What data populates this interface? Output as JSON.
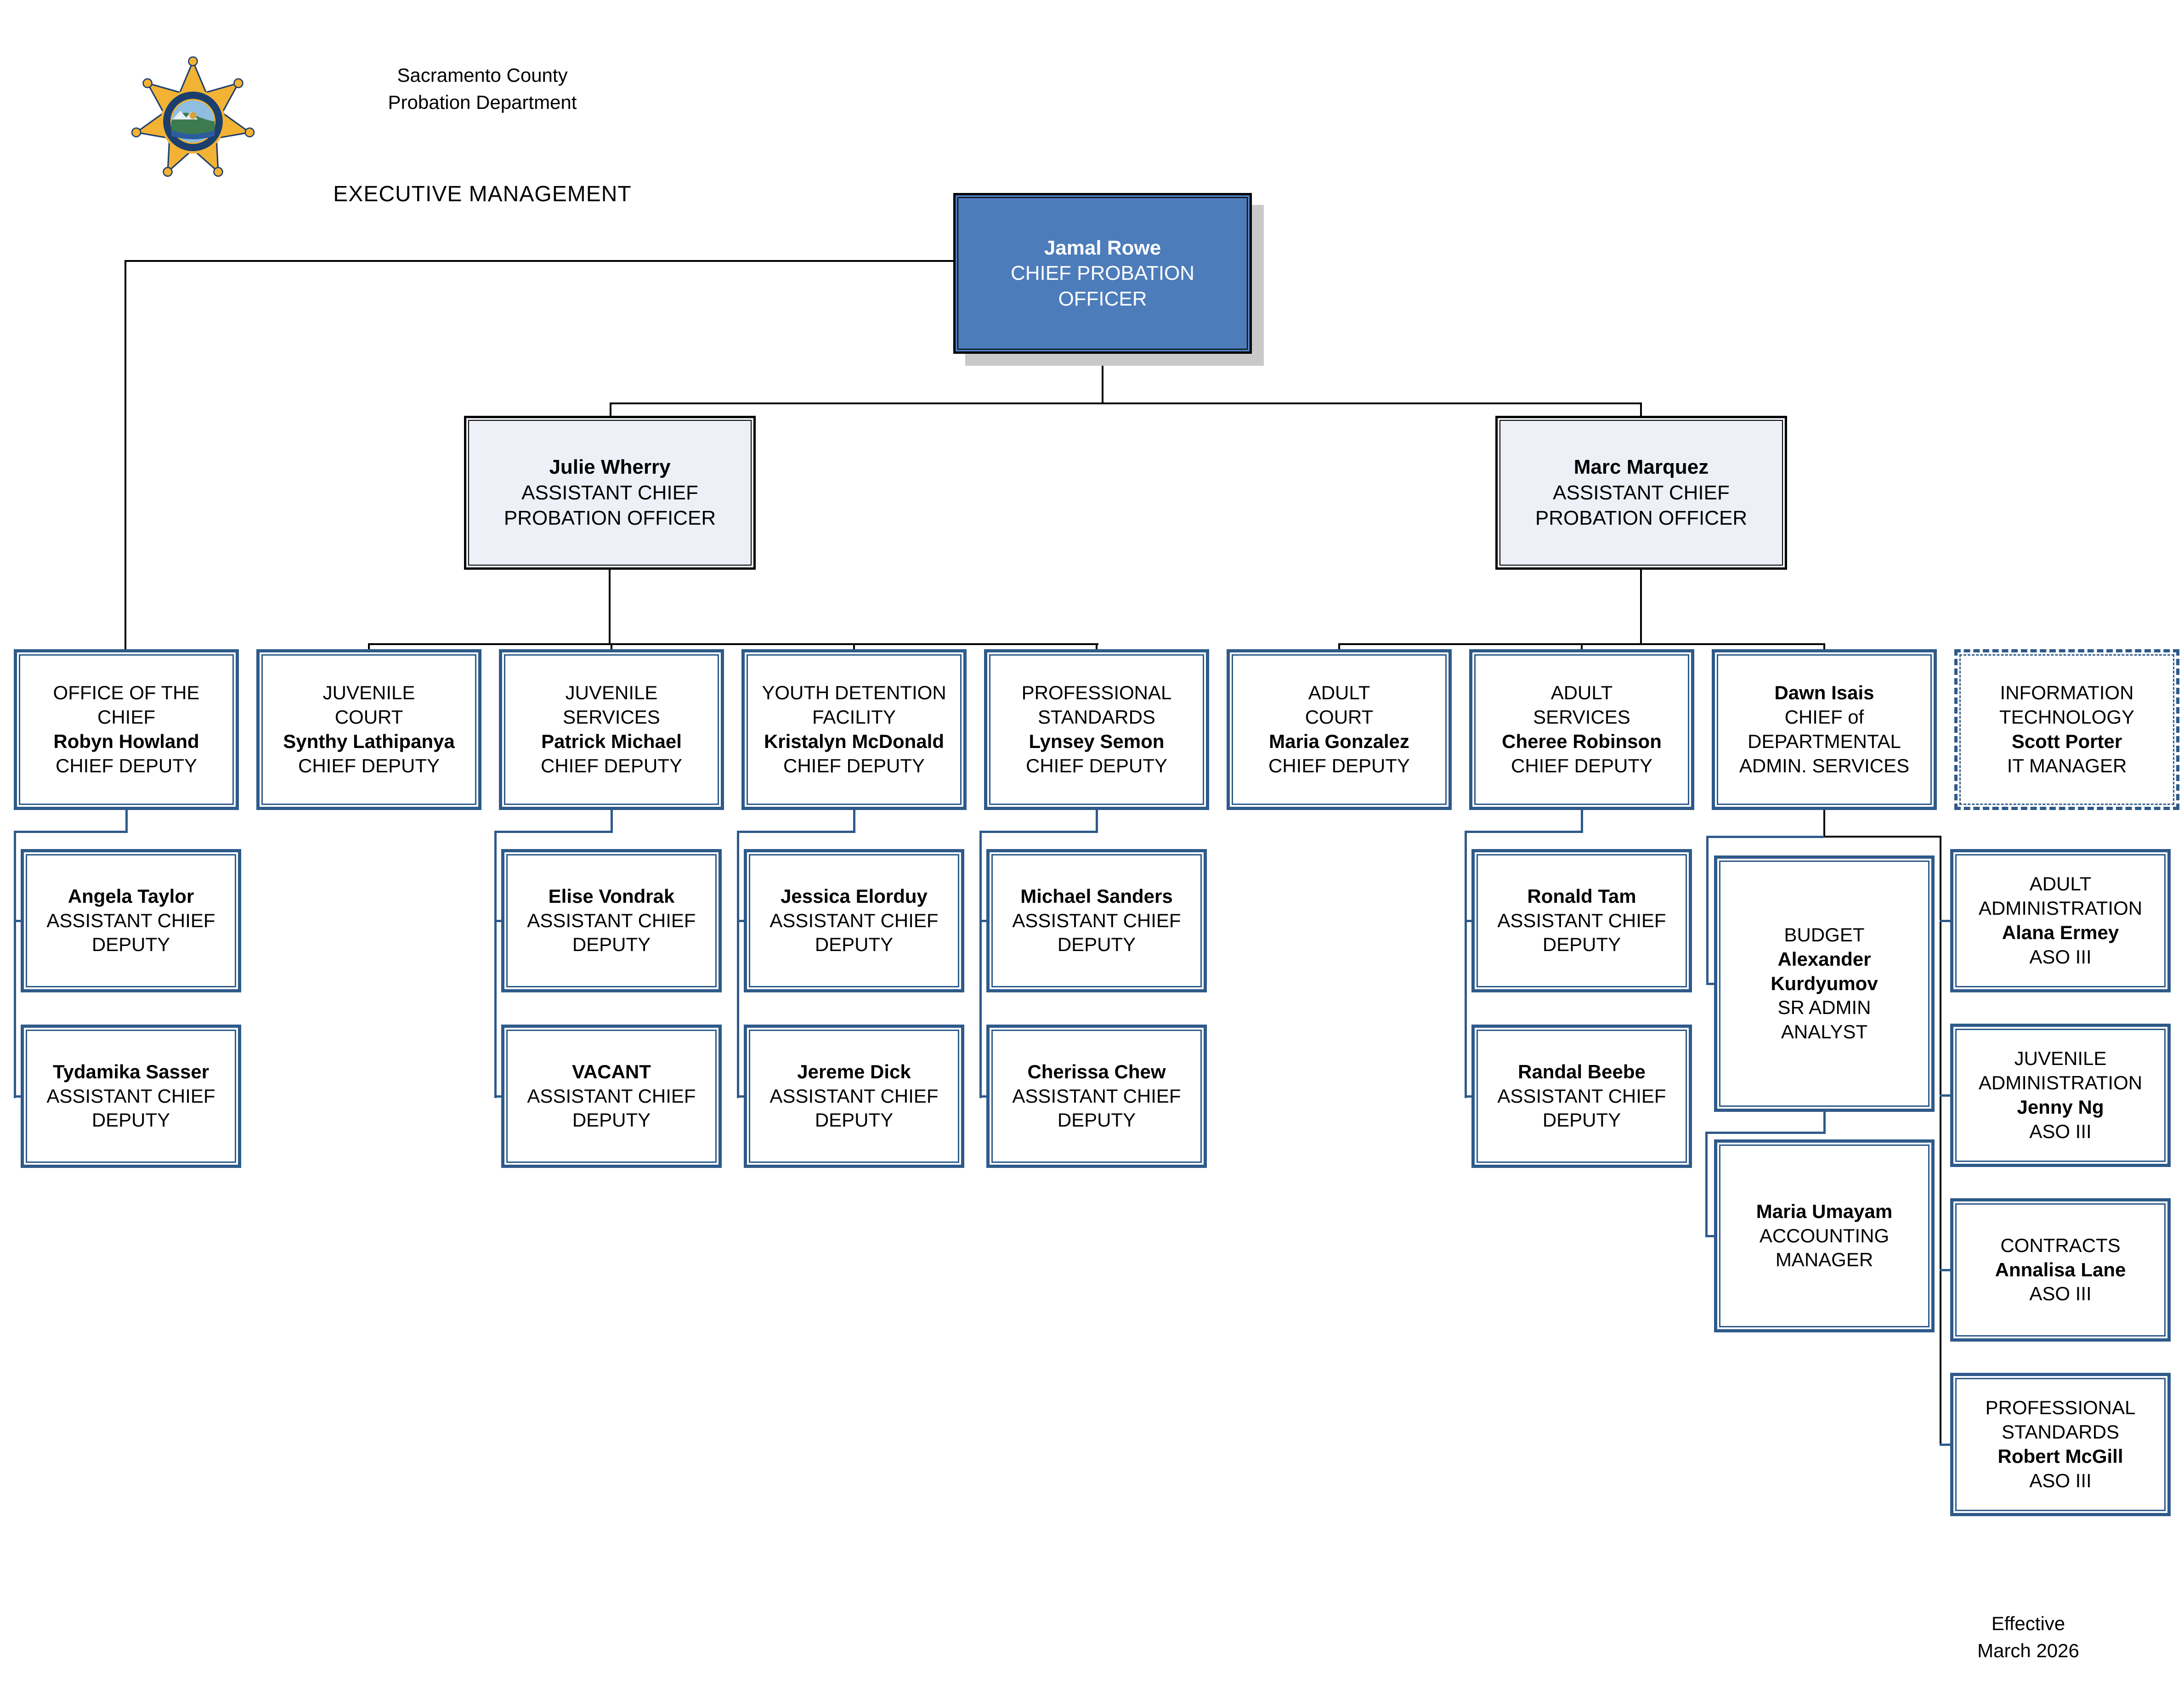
{
  "header": {
    "badge_icon": "sheriff-star-badge",
    "agency_lines": [
      "Sacramento County",
      "Probation Department"
    ],
    "chart_title": "EXECUTIVE MANAGEMENT"
  },
  "footer": {
    "lines": [
      "Effective",
      "March 2026"
    ]
  },
  "colors": {
    "chief_box_fill": "#4d7cba",
    "assistant_box_fill": "#edf0f6",
    "box_border_blue": "#2e5a8a",
    "frame_black": "#000000",
    "shadow_gray": "#c9c9c9",
    "badge_gold": "#f2b234",
    "badge_navy": "#1c3f6e"
  },
  "org": {
    "chief": {
      "name": "Jamal Rowe",
      "title_lines": [
        "CHIEF PROBATION",
        "OFFICER"
      ]
    },
    "assistants": [
      {
        "name": "Julie Wherry",
        "title_lines": [
          "ASSISTANT CHIEF",
          "PROBATION OFFICER"
        ]
      },
      {
        "name": "Marc Marquez",
        "title_lines": [
          "ASSISTANT CHIEF",
          "PROBATION OFFICER"
        ]
      }
    ],
    "divisions": [
      {
        "dept_lines": [
          "OFFICE OF THE",
          "CHIEF"
        ],
        "name": "Robyn Howland",
        "title_lines": [
          "CHIEF DEPUTY"
        ]
      },
      {
        "dept_lines": [
          "JUVENILE",
          "COURT"
        ],
        "name": "Synthy Lathipanya",
        "title_lines": [
          "CHIEF DEPUTY"
        ]
      },
      {
        "dept_lines": [
          "JUVENILE",
          "SERVICES"
        ],
        "name": "Patrick Michael",
        "title_lines": [
          "CHIEF DEPUTY"
        ]
      },
      {
        "dept_lines": [
          "YOUTH DETENTION",
          "FACILITY"
        ],
        "name": "Kristalyn McDonald",
        "title_lines": [
          "CHIEF DEPUTY"
        ]
      },
      {
        "dept_lines": [
          "PROFESSIONAL",
          "STANDARDS"
        ],
        "name": "Lynsey Semon",
        "title_lines": [
          "CHIEF DEPUTY"
        ]
      },
      {
        "dept_lines": [
          "ADULT",
          "COURT"
        ],
        "name": "Maria Gonzalez",
        "title_lines": [
          "CHIEF DEPUTY"
        ]
      },
      {
        "dept_lines": [
          "ADULT",
          "SERVICES"
        ],
        "name": "Cheree Robinson",
        "title_lines": [
          "CHIEF DEPUTY"
        ]
      },
      {
        "name": "Dawn Isais",
        "title_lines": [
          "CHIEF of",
          "DEPARTMENTAL",
          "ADMIN. SERVICES"
        ]
      },
      {
        "dept_lines": [
          "INFORMATION",
          "TECHNOLOGY"
        ],
        "name": "Scott Porter",
        "title_lines": [
          "IT MANAGER"
        ]
      }
    ],
    "deputies": [
      {
        "name": "Angela Taylor",
        "title_lines": [
          "ASSISTANT CHIEF",
          "DEPUTY"
        ]
      },
      {
        "name": "Tydamika Sasser",
        "title_lines": [
          "ASSISTANT CHIEF",
          "DEPUTY"
        ]
      },
      {
        "name": "Elise Vondrak",
        "title_lines": [
          "ASSISTANT CHIEF",
          "DEPUTY"
        ]
      },
      {
        "name": "VACANT",
        "title_lines": [
          "ASSISTANT CHIEF",
          "DEPUTY"
        ]
      },
      {
        "name": "Jessica Elorduy",
        "title_lines": [
          "ASSISTANT CHIEF",
          "DEPUTY"
        ]
      },
      {
        "name": "Jereme Dick",
        "title_lines": [
          "ASSISTANT CHIEF",
          "DEPUTY"
        ]
      },
      {
        "name": "Michael Sanders",
        "title_lines": [
          "ASSISTANT CHIEF",
          "DEPUTY"
        ]
      },
      {
        "name": "Cherissa Chew",
        "title_lines": [
          "ASSISTANT CHIEF",
          "DEPUTY"
        ]
      },
      {
        "name": "Ronald Tam",
        "title_lines": [
          "ASSISTANT CHIEF",
          "DEPUTY"
        ]
      },
      {
        "name": "Randal Beebe",
        "title_lines": [
          "ASSISTANT CHIEF",
          "DEPUTY"
        ]
      }
    ],
    "admin_units": [
      {
        "dept_lines": [
          "BUDGET"
        ],
        "name": "Alexander Kurdyumov",
        "title_lines": [
          "SR ADMIN",
          "ANALYST"
        ]
      },
      {
        "name": "Maria Umayam",
        "title_lines": [
          "ACCOUNTING",
          "MANAGER"
        ]
      },
      {
        "dept_lines": [
          "ADULT",
          "ADMINISTRATION"
        ],
        "name": "Alana Ermey",
        "title_lines": [
          "ASO III"
        ]
      },
      {
        "dept_lines": [
          "JUVENILE",
          "ADMINISTRATION"
        ],
        "name": "Jenny Ng",
        "title_lines": [
          "ASO III"
        ]
      },
      {
        "dept_lines": [
          "CONTRACTS"
        ],
        "name": "Annalisa Lane",
        "title_lines": [
          "ASO III"
        ]
      },
      {
        "dept_lines": [
          "PROFESSIONAL",
          "STANDARDS"
        ],
        "name": "Robert McGill",
        "title_lines": [
          "ASO III"
        ]
      }
    ]
  }
}
